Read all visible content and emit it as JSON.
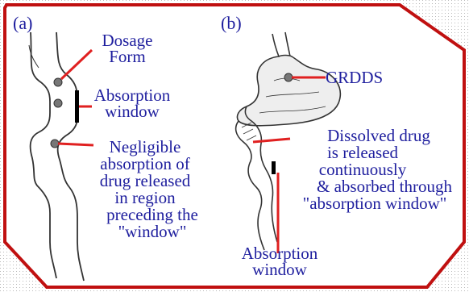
{
  "panels": {
    "a": {
      "letter": "(a)",
      "dosage_form": [
        "Dosage",
        "Form"
      ],
      "absorption_window": [
        "Absorption",
        "window"
      ],
      "negligible": [
        "Negligible",
        "absorption of",
        "drug released",
        "in region",
        "preceding the",
        "\"window\""
      ]
    },
    "b": {
      "letter": "(b)",
      "grdds": "GRDDS",
      "dissolved": [
        "Dissolved drug",
        "is released",
        "continuously",
        "& absorbed through",
        "\"absorption window\""
      ],
      "absorption_window": [
        "Absorption",
        "window"
      ]
    }
  },
  "colors": {
    "frame": "#c01010",
    "text": "#1e1e9e",
    "pointer": "#e02020",
    "outline": "#333333"
  }
}
